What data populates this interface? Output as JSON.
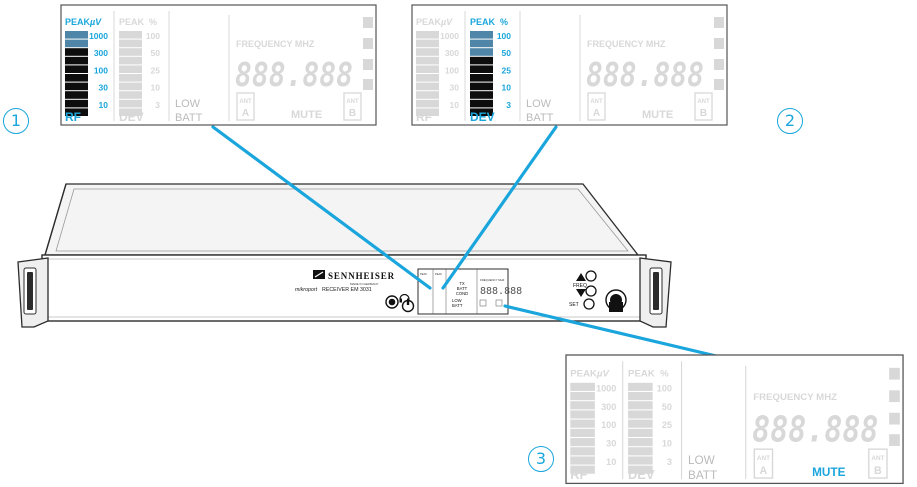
{
  "panel": {
    "peak": "PEAK",
    "uv": "µV",
    "percent": "%",
    "rf_ticks": [
      "1000",
      "300",
      "100",
      "30",
      "10"
    ],
    "dev_ticks": [
      "100",
      "50",
      "25",
      "10",
      "3"
    ],
    "rf": "RF",
    "dev": "DEV",
    "low": "LOW",
    "batt": "BATT",
    "frequency": "FREQUENCY MHZ",
    "digits": "888.888",
    "ant": "ANT",
    "ant_a": "A",
    "ant_b": "B",
    "mute": "MUTE"
  },
  "callouts": [
    "1",
    "2",
    "3"
  ],
  "device": {
    "brand": "SENNHEISER",
    "brand_sub": "MADE IN GERMANY",
    "model_italic": "mikroport",
    "model": "RECEIVER  EM 3031",
    "tx": "TX",
    "batt": "BATT",
    "cond": "COND",
    "freq": "FREQ",
    "set": "SET"
  },
  "colors": {
    "highlight": "#1aa6dc",
    "dim_segment": "#d8d8d8",
    "bar_dark": "#0d0d0d",
    "bar_mid": "#4f86a8"
  }
}
